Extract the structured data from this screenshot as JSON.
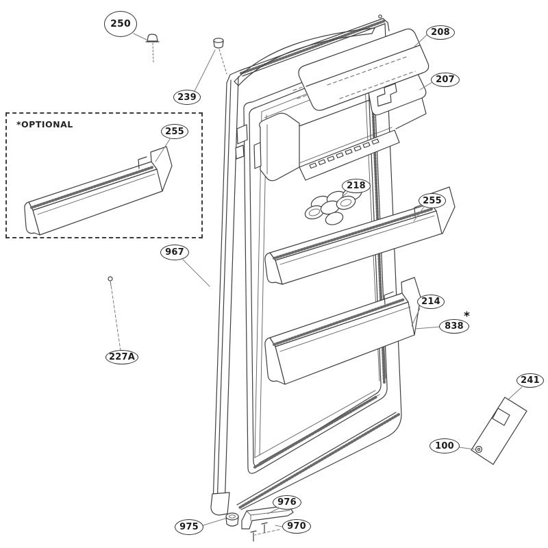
{
  "diagram": {
    "background_color": "#ffffff",
    "line_color": "#3d3d3d",
    "optional_box_label": "*OPTIONAL",
    "note_asterisk": "*",
    "callouts": [
      {
        "id": "250",
        "label": "250"
      },
      {
        "id": "239",
        "label": "239"
      },
      {
        "id": "208",
        "label": "208"
      },
      {
        "id": "207",
        "label": "207"
      },
      {
        "id": "255-optional",
        "label": "255"
      },
      {
        "id": "218",
        "label": "218"
      },
      {
        "id": "255",
        "label": "255"
      },
      {
        "id": "214",
        "label": "214"
      },
      {
        "id": "838",
        "label": "838"
      },
      {
        "id": "241",
        "label": "241"
      },
      {
        "id": "100",
        "label": "100"
      },
      {
        "id": "967",
        "label": "967"
      },
      {
        "id": "227A",
        "label": "227A"
      },
      {
        "id": "975",
        "label": "975"
      },
      {
        "id": "976",
        "label": "976"
      },
      {
        "id": "970",
        "label": "970"
      }
    ]
  }
}
